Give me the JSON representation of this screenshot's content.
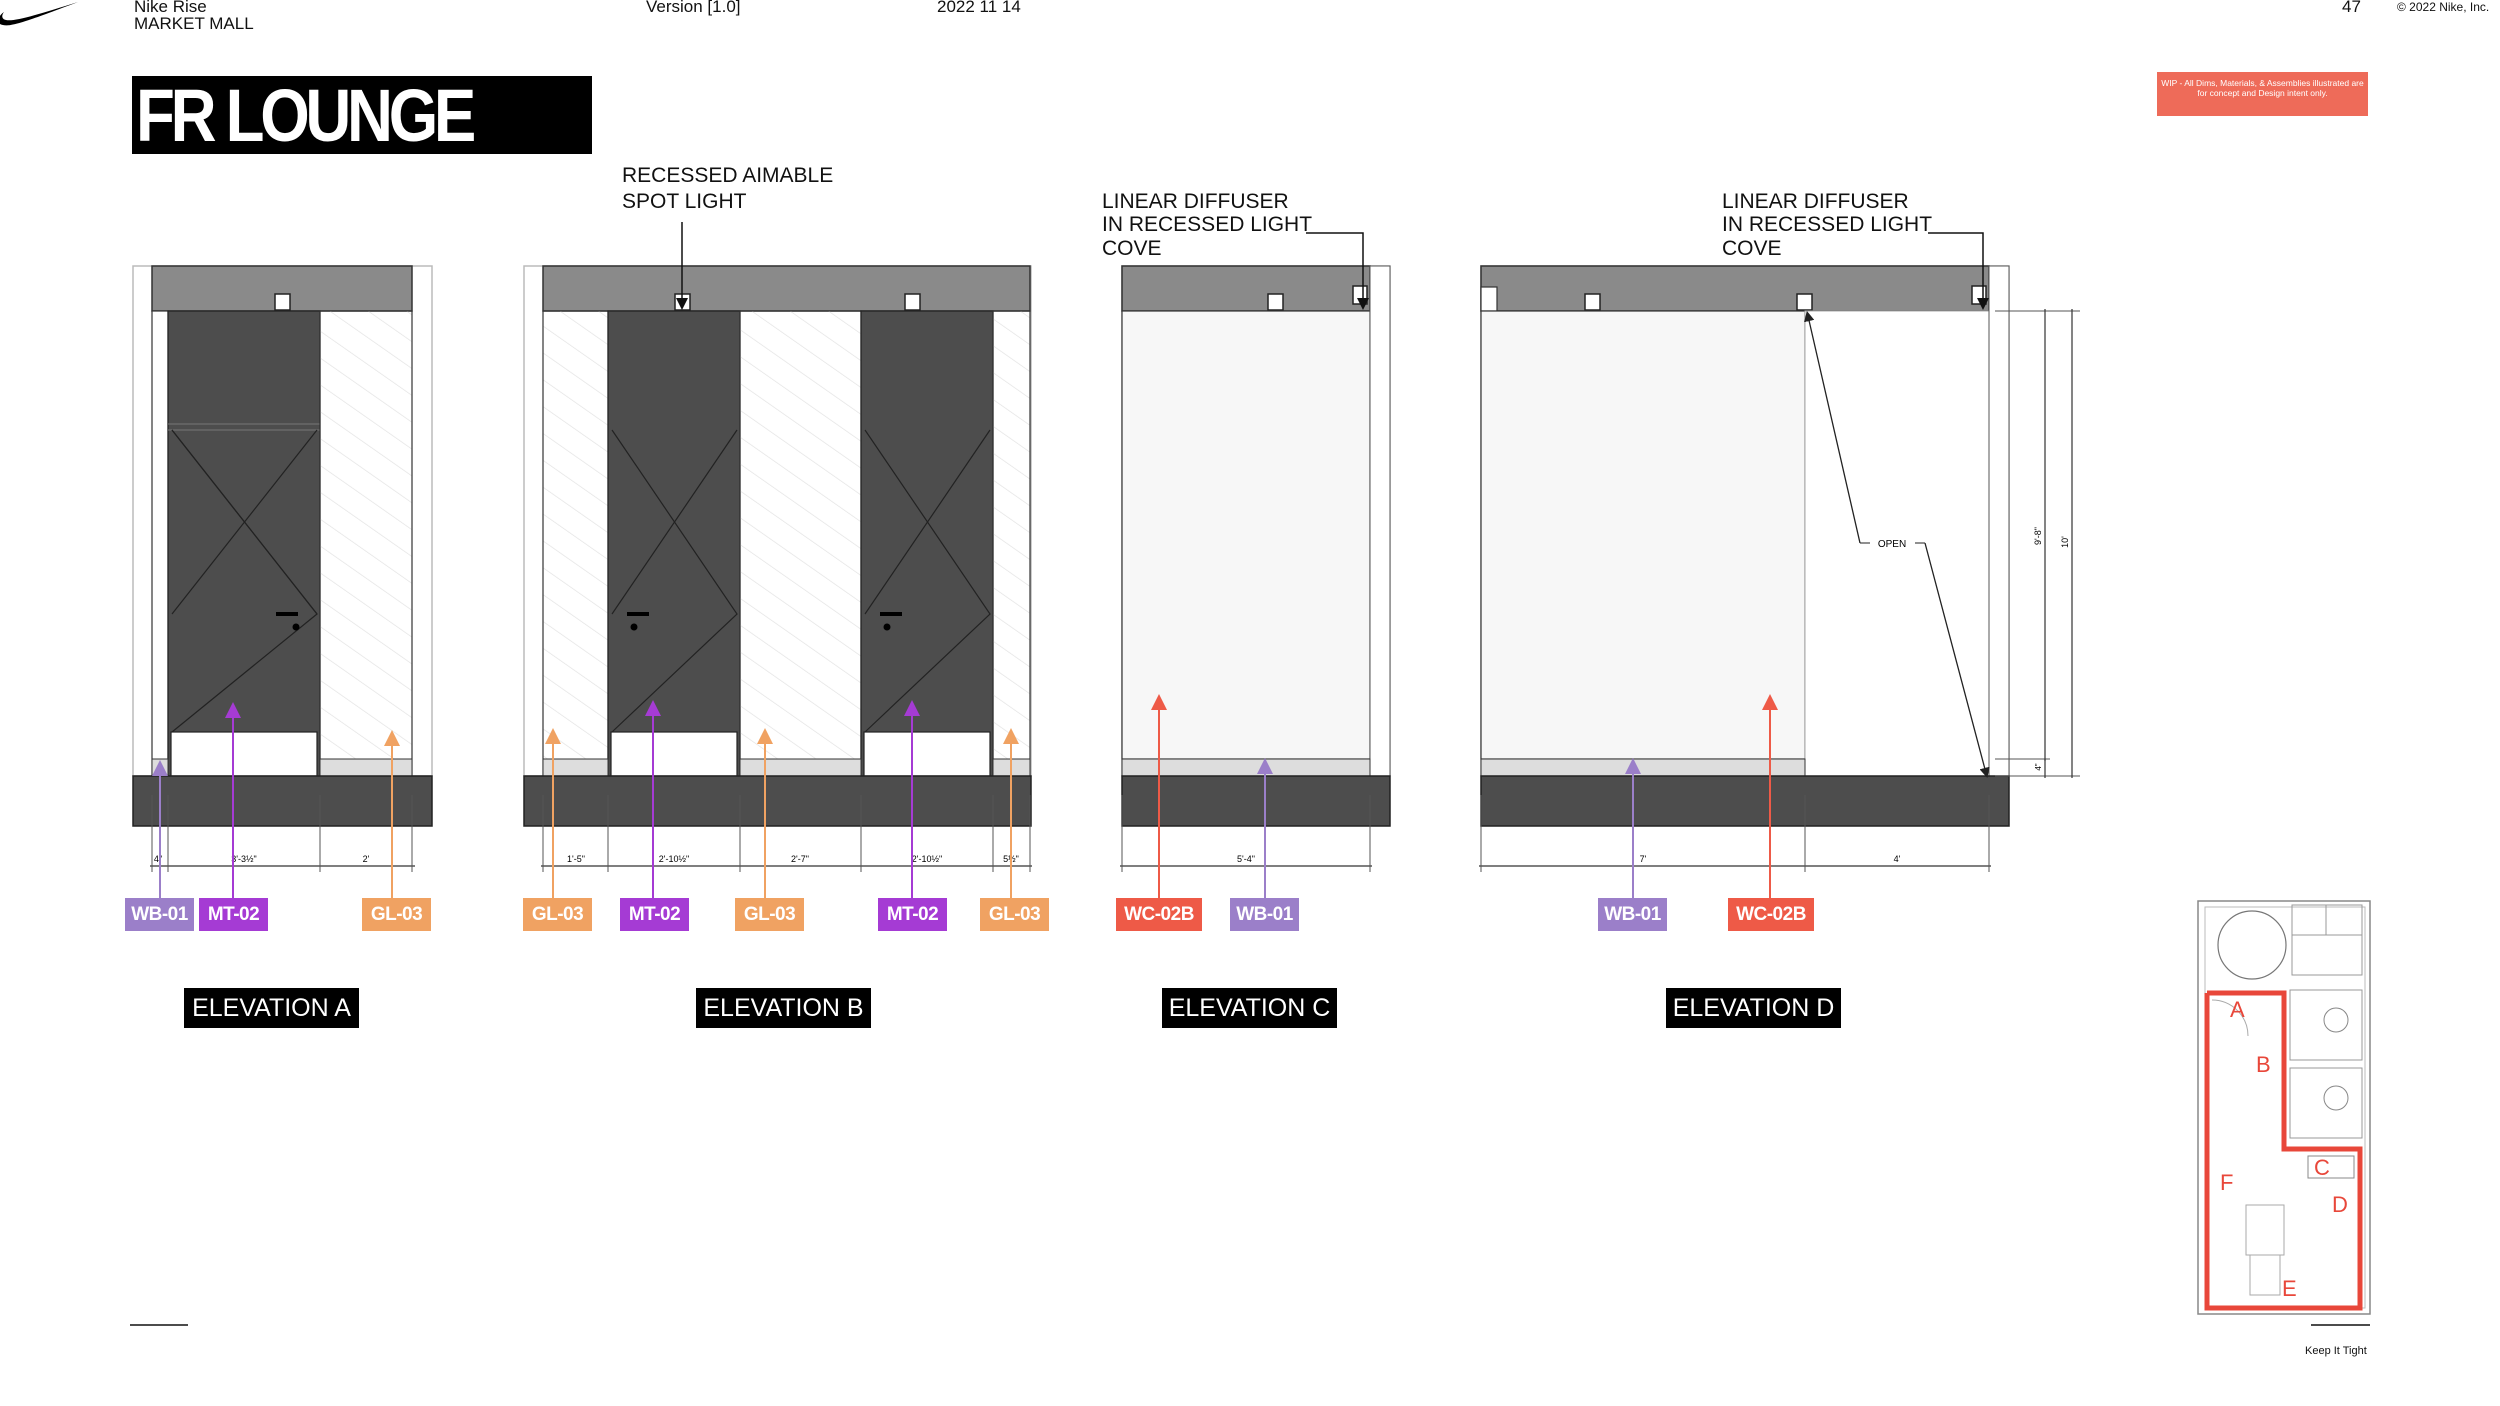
{
  "header": {
    "project": "Nike Rise",
    "project_sub": "MARKET MALL",
    "version": "Version [1.0]",
    "date": "2022 11 14",
    "page_number": "47",
    "copyright": "© 2022 Nike, Inc."
  },
  "title": "FR LOUNGE",
  "wip_note": "WIP - All Dims, Materials, & Assemblies illustrated are for concept and Design intent only.",
  "callouts": {
    "spot_light": [
      "RECESSED AIMABLE",
      "SPOT LIGHT"
    ],
    "linear_diffuser_c": [
      "LINEAR DIFFUSER",
      "IN RECESSED LIGHT",
      "COVE"
    ],
    "linear_diffuser_d": [
      "LINEAR DIFFUSER",
      "IN RECESSED LIGHT",
      "COVE"
    ]
  },
  "dimensions": {
    "a": [
      "4\"",
      "3'-3½\"",
      "2'"
    ],
    "b": [
      "1'-5\"",
      "2'-10½\"",
      "2'-7\"",
      "2'-10½\"",
      "5½\""
    ],
    "c": [
      "5'-4\""
    ],
    "d": [
      "7'",
      "4'"
    ],
    "vertical": [
      "9'-8\"",
      "10'",
      "4\""
    ],
    "open_label": "OPEN"
  },
  "tags": {
    "a": [
      "WB-01",
      "MT-02",
      "GL-03"
    ],
    "b": [
      "GL-03",
      "MT-02",
      "GL-03",
      "MT-02",
      "GL-03"
    ],
    "c": [
      "WC-02B",
      "WB-01"
    ],
    "d": [
      "WB-01",
      "WC-02B"
    ]
  },
  "elevations": [
    "ELEVATION A",
    "ELEVATION B",
    "ELEVATION C",
    "ELEVATION D"
  ],
  "key_plan": {
    "labels": [
      "A",
      "B",
      "C",
      "D",
      "E",
      "F"
    ]
  },
  "footer": {
    "tagline": "Keep It Tight"
  },
  "colors": {
    "wb": "#9b7fc9",
    "mt": "#a53bd4",
    "gl": "#f0a262",
    "wc": "#ee5a47",
    "key_red": "#e8473a",
    "dark_fill": "#4d4d4d",
    "ceiling": "#8a8a8a"
  }
}
